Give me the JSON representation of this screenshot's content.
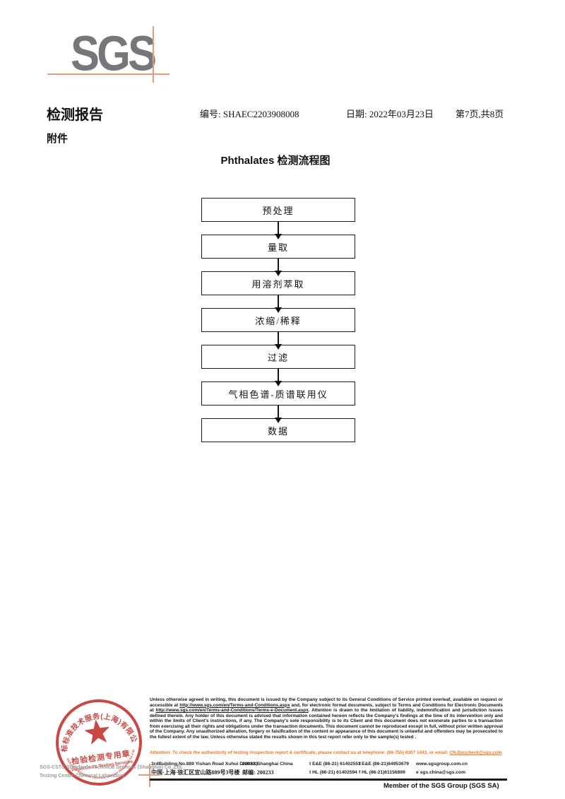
{
  "logo": {
    "text": "SGS"
  },
  "header": {
    "report_title": "检测报告",
    "report_no": "编号: SHAEC2203908008",
    "date": "日期: 2022年03月23日",
    "page_info": "第7页,共8页",
    "attachment": "附件"
  },
  "flowchart": {
    "title": "Phthalates 检测流程图",
    "steps": [
      "预处理",
      "量取",
      "用溶剂萃取",
      "浓缩/稀释",
      "过滤",
      "气相色谱-质谱联用仪",
      "数据"
    ]
  },
  "stamp": {
    "arc_top": "通标标准技术服务(上海)有限公司",
    "line1": "检验检测专用章",
    "line2": "Inspection & Testing Services",
    "arc_bottom": "SGS-CSTC Standards Technical Services (Shanghai) Co.,Ltd."
  },
  "company": {
    "line1": "SGS-CSTC Standards Technical Services (Shanghai) Co.,Ltd.",
    "line2": "Testing Center-Chemical Laboratory."
  },
  "legal": {
    "p1": "Unless otherwise agreed in writing, this document is issued by the Company subject to its General Conditions of Service printed overleaf, available on request or accessible at ",
    "url1": "http://www.sgs.com/en/Terms-and-Conditions.aspx",
    "p2": " and, for electronic format documents, subject to Terms and Conditions for Electronic Documents at ",
    "url2": "http://www.sgs.com/en/Terms-and-Conditions/Terms-e-Document.aspx",
    "p3": ". Attention is drawn to the limitation of liability, indemnification and jurisdiction issues defined therein. Any holder of this document is advised that information contained hereon reflects the Company's findings at the time of its intervention only and within the limits of Client's instructions, if any. The Company's sole responsibility is to its Client and this document does not exonerate parties to a transaction from exercising all their rights and obligations under the transaction documents. This document cannot be reproduced except in full, without prior written approval of the Company. Any unauthorized alteration, forgery or falsification of the content or appearance of this document is unlawful and offenders may be prosecuted to the fullest extent of the law. Unless otherwise stated the results shown in this test report refer only to the sample(s) tested .",
    "attention": "Attention: To check the authenticity of testing /inspection report & certificate, please contact us at telephone: (86-755) 8307 1443, or email: ",
    "attention_email": "CN.Doccheck@sgs.com"
  },
  "address": {
    "row1": {
      "address": "3rdBuilding,No.889 Yishan Road Xuhui District,Shanghai China",
      "postal": "200233",
      "tel": "t E&E (86-21) 61402553",
      "fax": "f E&E (86-21)64953679",
      "web": "www.sgsgroup.com.cn"
    },
    "row2": {
      "address": "中国·上海·徐汇区宜山路889号3号楼",
      "postal": "邮编: 200233",
      "tel": "t HL (86-21) 61402594",
      "fax": "f HL (86-21)61156899",
      "web": "e  sgs.china@sgs.com"
    }
  },
  "footer": {
    "member": "Member of the SGS Group (SGS SA)"
  },
  "colors": {
    "accent_orange": "#dfa077",
    "attention_orange": "#ee7823",
    "stamp_red": "#c43a35",
    "logo_gray": "#77777b"
  }
}
